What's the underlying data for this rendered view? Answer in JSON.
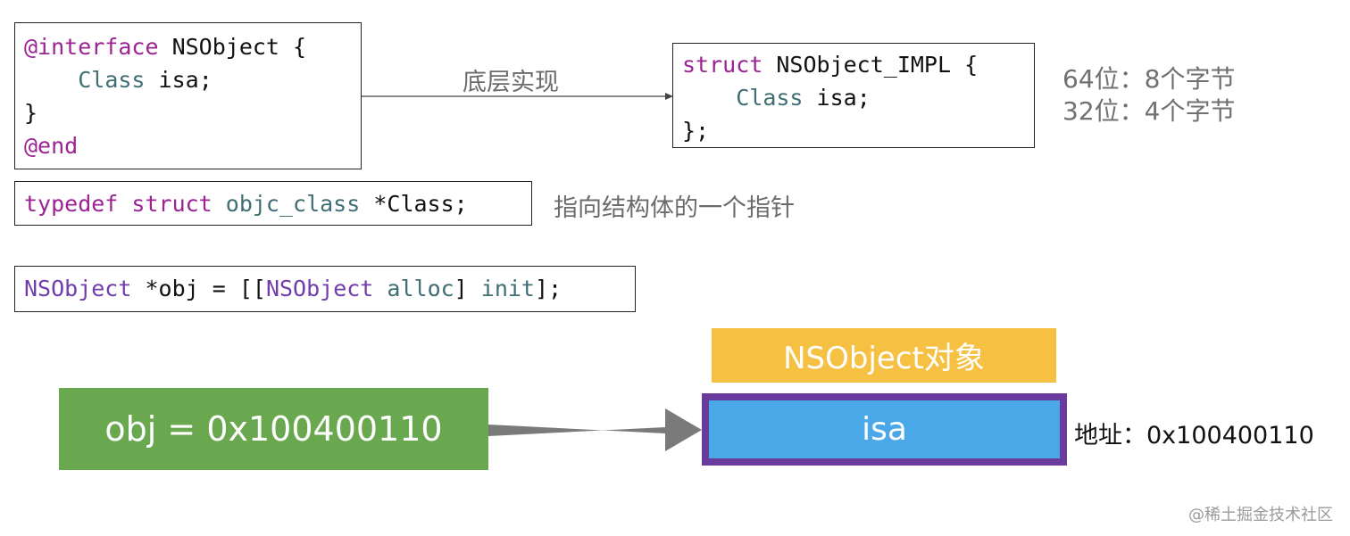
{
  "interface_box": {
    "line1_kw": "@interface",
    "line1_rest": " NSObject {",
    "line2_indent": "    ",
    "line2_type": "Class",
    "line2_rest": " isa;",
    "line3": "}",
    "line4_kw": "@end"
  },
  "arrow_label": "底层实现",
  "impl_box": {
    "line1_kw": "struct",
    "line1_rest": " NSObject_IMPL {",
    "line2_indent": "    ",
    "line2_type": "Class",
    "line2_rest": " isa;",
    "line3": "};"
  },
  "size_notes": {
    "line1": "64位：8个字节",
    "line2": "32位：4个字节"
  },
  "typedef_box": {
    "kw1": "typedef",
    "kw2": " struct",
    "type": " objc_class",
    "rest": " *Class;"
  },
  "typedef_note": "指向结构体的一个指针",
  "alloc_box": {
    "cls1": "NSObject",
    "rest1": " *obj = [[",
    "cls2": "NSObject",
    "method1": " alloc",
    "rest2": "] ",
    "method2": "init",
    "rest3": "];"
  },
  "object_title": "NSObject对象",
  "obj_label": "obj = 0x100400110",
  "isa_label": "isa",
  "address_label": "地址：0x100400110",
  "watermark": "@稀土掘金技术社区",
  "colors": {
    "obj_box": "#6aa84f",
    "object_title_bg": "#f6c142",
    "isa_border": "#6a3a9c",
    "isa_fill": "#4aa8e8",
    "keyword": "#9b2393",
    "type": "#3f6e74",
    "class_name": "#703daa"
  }
}
